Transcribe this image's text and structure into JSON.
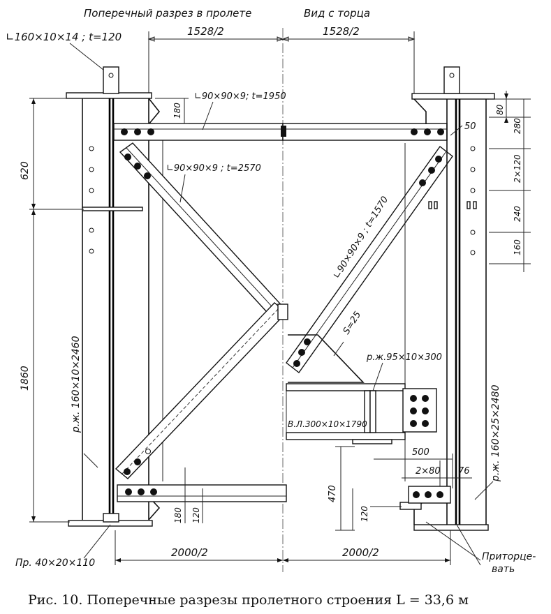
{
  "titles": {
    "left_section": "Поперечный разрез в пролете",
    "right_section": "Вид с торца"
  },
  "dimensions": {
    "top_left": "1528/2",
    "top_right": "1528/2",
    "bottom_left": "2000/2",
    "bottom_right": "2000/2",
    "d620": "620",
    "d1860": "1860",
    "d180_top": "180",
    "d180_bot": "180",
    "d120_bot": "120",
    "d80": "80",
    "d280": "280",
    "d2x120": "2×120",
    "d240": "240",
    "d160": "160",
    "d50": "50",
    "d500": "500",
    "d2x80": "2×80",
    "d76": "76",
    "d470": "470",
    "d120_right": "120"
  },
  "labels": {
    "angle_top_plate": "∟160×10×14 ; t=120",
    "top_strut": "∟90×90×9; t=1950",
    "diag_left": "∟90×90×9 ; t=2570",
    "diag_right": "∟90×90×9 ; t=1570",
    "gusset": "S=25",
    "stiffener_left": "р.ж. 160×10×2460",
    "stiffener_right": "р.ж. 160×25×2480",
    "rib_small": "р.ж.95×10×300",
    "web_plate": "В.Л.300×10×1790",
    "bottom_plate": "Пр. 40×20×110",
    "trim_note": "Приторце-\nвать"
  },
  "caption": "Рис. 10. Поперечные разрезы пролетного строения L = 33,6 м"
}
